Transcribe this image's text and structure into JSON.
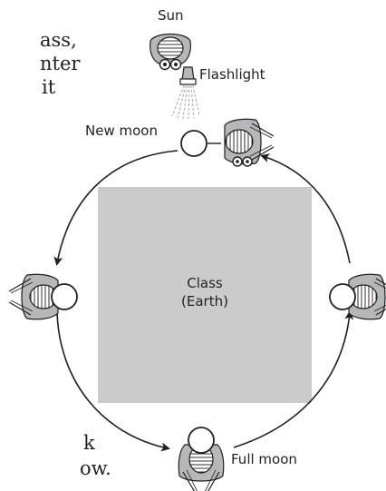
{
  "labels": {
    "sun": "Sun",
    "flashlight": "Flashlight",
    "new_moon": "New moon",
    "full_moon": "Full moon",
    "class_line1": "Class",
    "class_line2": "(Earth)"
  },
  "cropped_text": {
    "line1": "ass,",
    "line2": "nter",
    "line3": "it",
    "line4": "k",
    "line5": "ow."
  },
  "colors": {
    "class_square": "#cccbcb",
    "ink": "#231f20",
    "student_body": "#b6b7b9",
    "light_beam": "#a6a6a6"
  },
  "icons": {
    "sun": "sun-figure-icon",
    "flashlight": "flashlight-icon",
    "moon": "moon-ball-icon",
    "student": "student-figure-icon",
    "arrow": "arrowhead-icon"
  }
}
